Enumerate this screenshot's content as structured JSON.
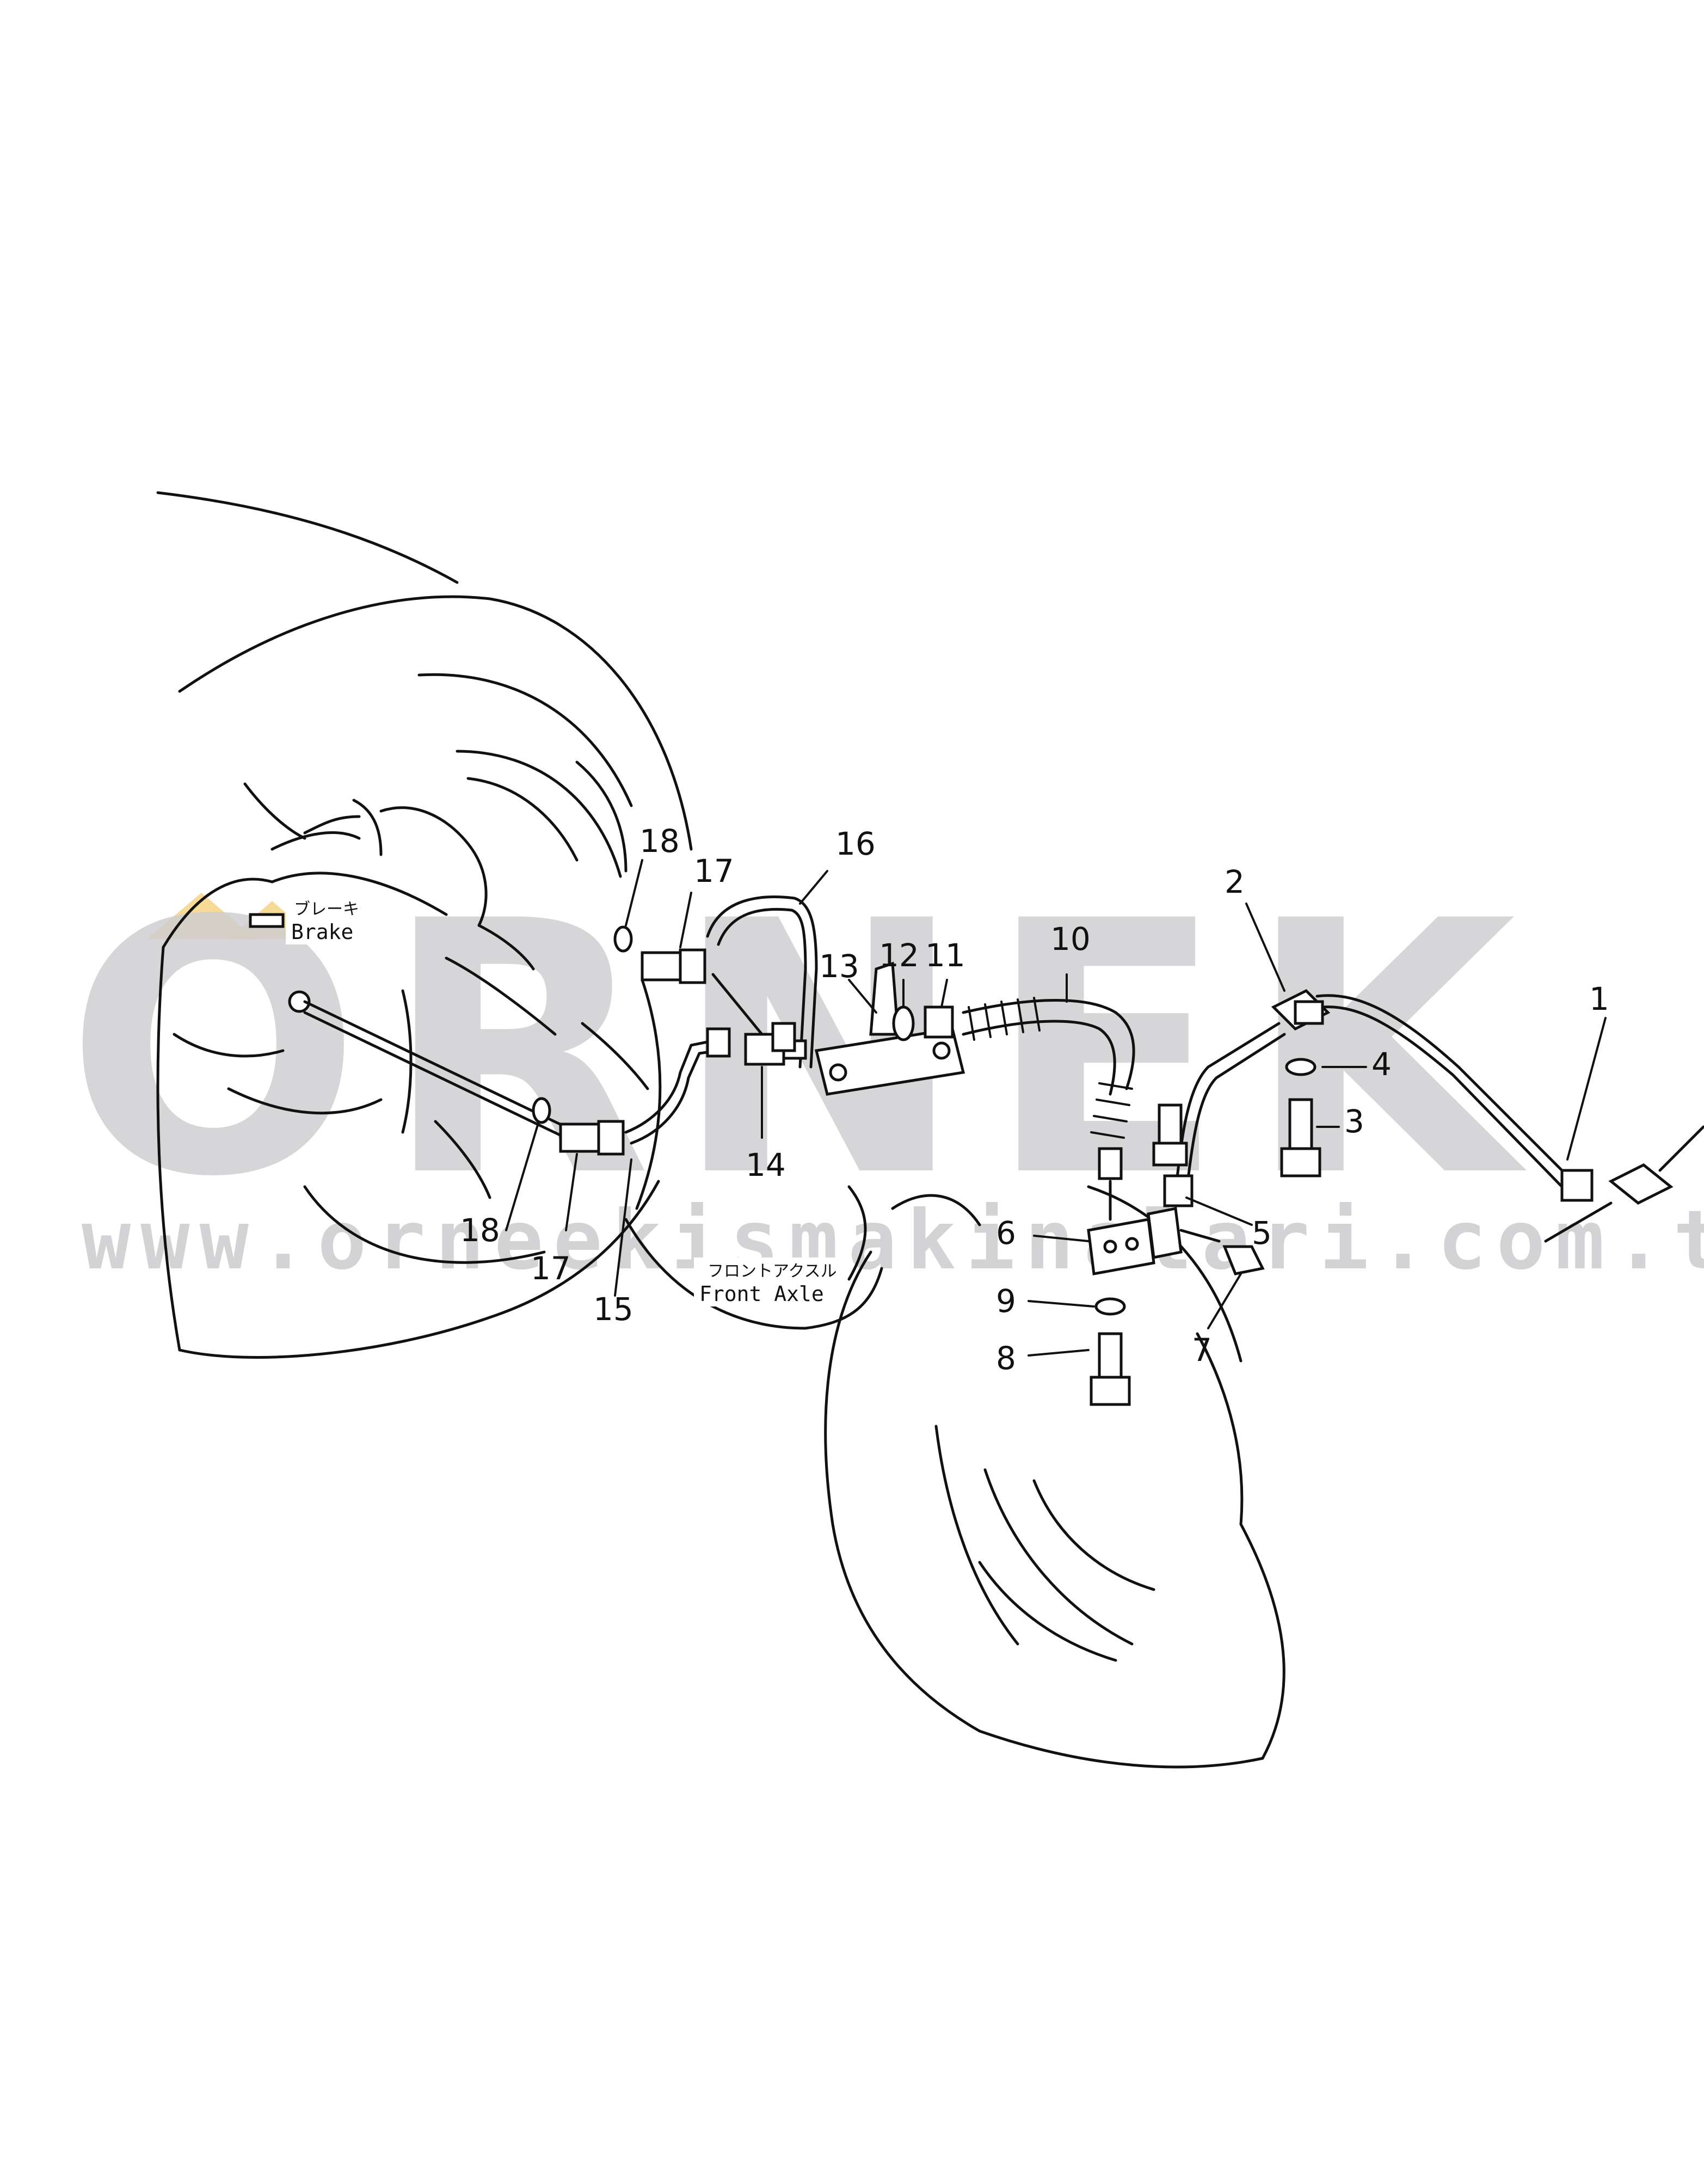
{
  "watermark": {
    "logo_text": "ORNEK",
    "url_text": "www.orneekismakinalari.com.tr",
    "logo_color": "#cfcfd2",
    "accent_color": "#f2d27a"
  },
  "labels": {
    "brake_jp": "ブレーキ",
    "brake_en": "Brake",
    "front_axle_jp": "フロントアクスル",
    "front_axle_en": "Front Axle"
  },
  "callouts": [
    {
      "id": "c1",
      "text": "1"
    },
    {
      "id": "c2",
      "text": "2"
    },
    {
      "id": "c3",
      "text": "3"
    },
    {
      "id": "c4",
      "text": "4"
    },
    {
      "id": "c5",
      "text": "5"
    },
    {
      "id": "c6",
      "text": "6"
    },
    {
      "id": "c7",
      "text": "7"
    },
    {
      "id": "c8",
      "text": "8"
    },
    {
      "id": "c9",
      "text": "9"
    },
    {
      "id": "c10",
      "text": "10"
    },
    {
      "id": "c11",
      "text": "11"
    },
    {
      "id": "c12",
      "text": "12"
    },
    {
      "id": "c13",
      "text": "13"
    },
    {
      "id": "c14",
      "text": "14"
    },
    {
      "id": "c15",
      "text": "15"
    },
    {
      "id": "c16",
      "text": "16"
    },
    {
      "id": "c17a",
      "text": "17"
    },
    {
      "id": "c17b",
      "text": "17"
    },
    {
      "id": "c18a",
      "text": "18"
    },
    {
      "id": "c18b",
      "text": "18"
    }
  ]
}
